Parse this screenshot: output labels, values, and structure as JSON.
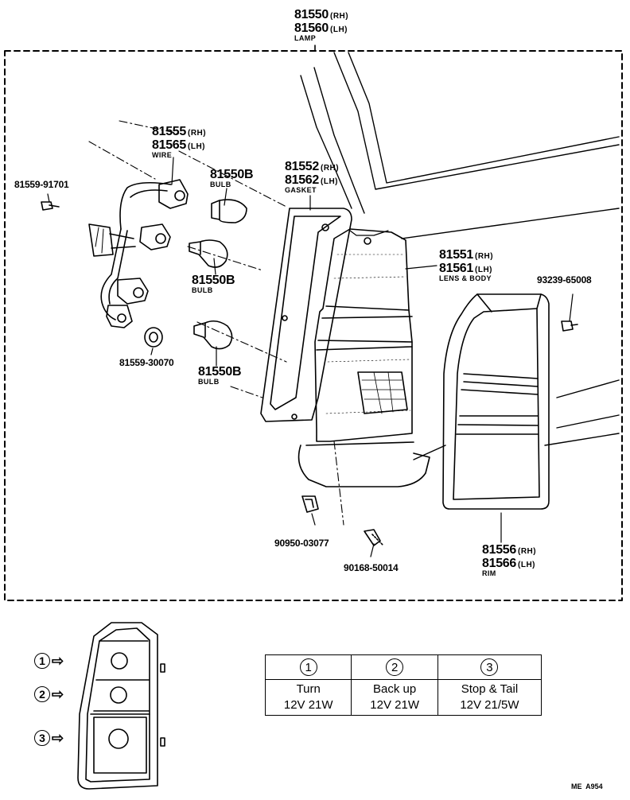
{
  "parts": {
    "lamp": {
      "rh": "81550",
      "lh": "81560",
      "rh_tag": "(RH)",
      "lh_tag": "(LH)",
      "name": "LAMP"
    },
    "wire": {
      "rh": "81555",
      "lh": "81565",
      "rh_tag": "(RH)",
      "lh_tag": "(LH)",
      "name": "WIRE"
    },
    "screw_small": "81559-91701",
    "bulb_top": {
      "number": "81550B",
      "name": "BULB"
    },
    "gasket": {
      "rh": "81552",
      "lh": "81562",
      "rh_tag": "(RH)",
      "lh_tag": "(LH)",
      "name": "GASKET"
    },
    "lens": {
      "rh": "81551",
      "lh": "81561",
      "rh_tag": "(RH)",
      "lh_tag": "(LH)",
      "name": "LENS & BODY"
    },
    "screw_right": "93239-65008",
    "bulb_mid": {
      "number": "81550B",
      "name": "BULB"
    },
    "socket": "81559-30070",
    "bulb_low": {
      "number": "81550B",
      "name": "BULB"
    },
    "clip": "90950-03077",
    "screw_bottom": "90168-50014",
    "rim": {
      "rh": "81556",
      "lh": "81566",
      "rh_tag": "(RH)",
      "lh_tag": "(LH)",
      "name": "RIM"
    }
  },
  "markers": [
    "1",
    "2",
    "3"
  ],
  "bulb_table": {
    "columns": [
      {
        "num": "1",
        "function": "Turn",
        "spec": "12V 21W"
      },
      {
        "num": "2",
        "function": "Back up",
        "spec": "12V 21W"
      },
      {
        "num": "3",
        "function": "Stop & Tail",
        "spec": "12V 21/5W"
      }
    ]
  },
  "footer_code": "ME  A954"
}
